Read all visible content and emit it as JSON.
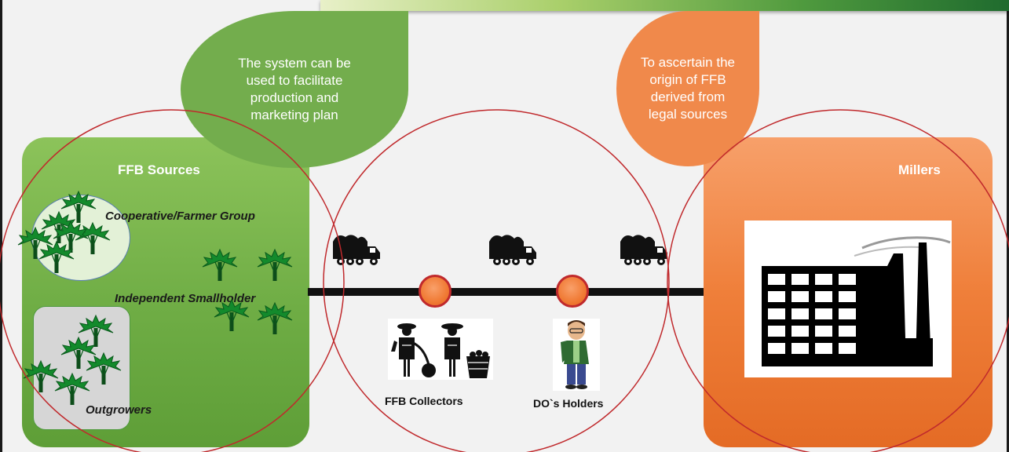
{
  "bubbles": {
    "green": "The system can be used to facilitate production and marketing plan",
    "orange": "To ascertain the origin of FFB derived from legal sources"
  },
  "panels": {
    "sources_title": "FFB Sources",
    "millers_title": "Millers"
  },
  "groups": {
    "cooperative": "Cooperative/Farmer Group",
    "independent": "Independent Smallholder",
    "outgrowers": "Outgrowers"
  },
  "chain": {
    "collectors": "FFB Collectors",
    "do_holders": "DO`s Holders"
  },
  "icons": [
    "palm-tree-icon",
    "truck-icon",
    "collectors-icon",
    "person-icon",
    "factory-icon"
  ],
  "colors": {
    "green_panel": "#6fad45",
    "orange_panel": "#ef7f3a",
    "circle_outline": "#c0292c",
    "node_fill": "#f07a34"
  }
}
